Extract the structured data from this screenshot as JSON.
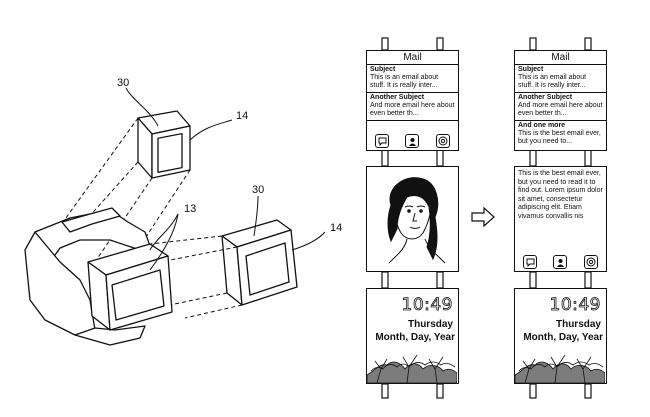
{
  "refs": {
    "r30a": "30",
    "r14a": "14",
    "r13": "13",
    "r30b": "30",
    "r14b": "14"
  },
  "left_phone": {
    "mail": {
      "header": "Mail",
      "items": [
        {
          "subject": "Subject",
          "preview": "This is an email about stuff. It is really inter..."
        },
        {
          "subject": "Another Subject",
          "preview": "And more email here about even better th..."
        }
      ],
      "icons": [
        "chat-icon",
        "contact-icon",
        "at-icon"
      ]
    },
    "clock": {
      "time": "10:49",
      "day": "Thursday",
      "date": "Month, Day, Year"
    }
  },
  "right_phone": {
    "mail": {
      "header": "Mail",
      "items": [
        {
          "subject": "Subject",
          "preview": "This is an email about stuff. It is really inter..."
        },
        {
          "subject": "Another Subject",
          "preview": "And more email here about even better th..."
        },
        {
          "subject": "And one more",
          "preview": "This is the best email ever, but you need to..."
        }
      ]
    },
    "body": {
      "text": "This is the best email ever, but you need to read it to find out. Lorem ipsum dolor sit amet, consectetur adipiscing elit. Etiam vivamus convallis nis",
      "icons": [
        "chat-icon",
        "contact-icon",
        "at-icon"
      ]
    },
    "clock": {
      "time": "10:49",
      "day": "Thursday",
      "date": "Month, Day, Year"
    }
  },
  "arrow_symbol": "⇨"
}
